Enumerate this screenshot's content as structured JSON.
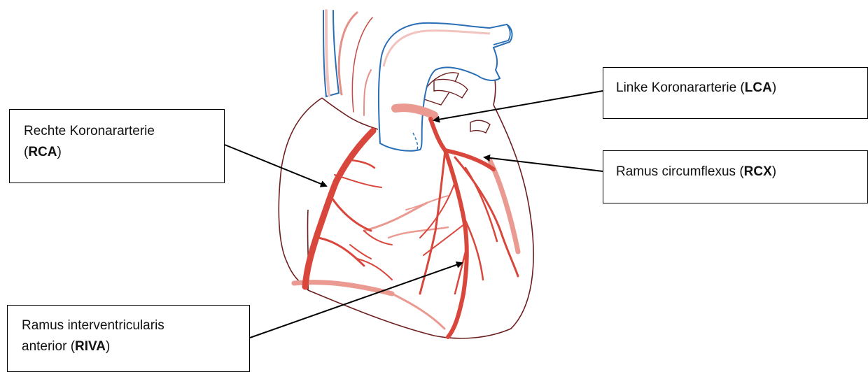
{
  "labels": {
    "rca": {
      "line1": "Rechte Koronararterie",
      "open": "(",
      "abbr": "RCA",
      "close": ")"
    },
    "riva": {
      "line1": "Ramus interventricularis",
      "prefix": "anterior (",
      "abbr": "RIVA",
      "close": ")"
    },
    "lca": {
      "prefix": "Linke Koronararterie (",
      "abbr": "LCA",
      "close": ")"
    },
    "rcx": {
      "prefix": "Ramus circumflexus (",
      "abbr": "RCX",
      "close": ")"
    }
  },
  "colors": {
    "outline": "#6e1f1f",
    "artery": "#d9473c",
    "artery_light": "#eb9a92",
    "aorta_fill": "#ffffff",
    "aorta_outline": "#2a6fb5",
    "box_border": "#000000",
    "arrow": "#000000"
  }
}
